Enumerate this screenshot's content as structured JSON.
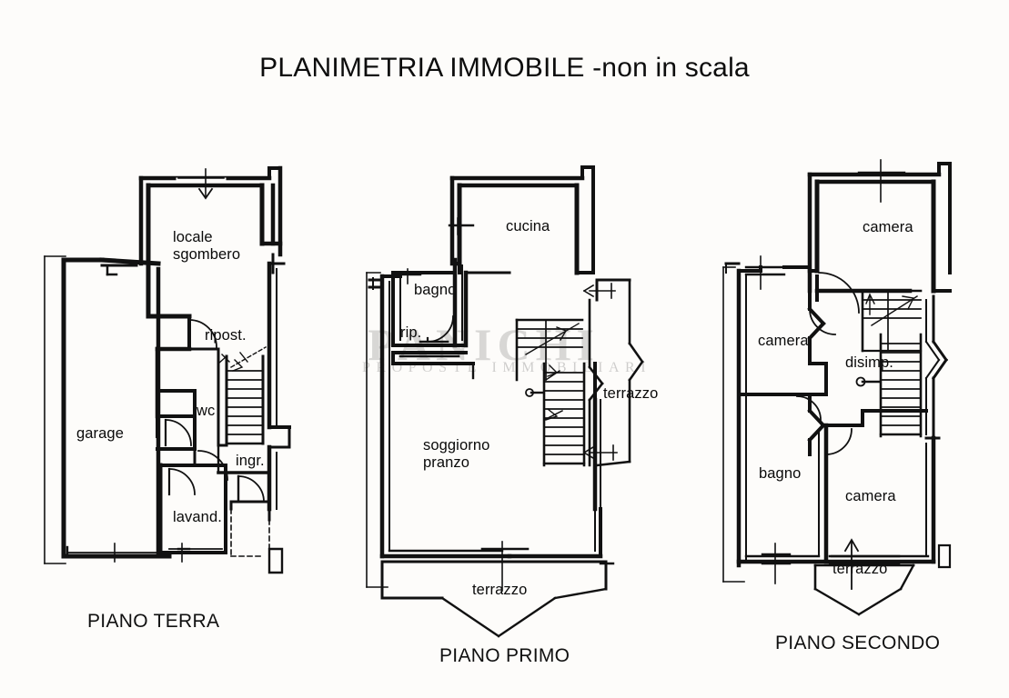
{
  "document": {
    "title": "PLANIMETRIA IMMOBILE -non in scala",
    "watermark_main": "PANICHI",
    "watermark_sub": "PROPOSTE IMMOBILIARI",
    "line_color": "#111111",
    "background_color": "#fdfcfa"
  },
  "floors": [
    {
      "id": "piano-terra",
      "caption": "PIANO TERRA",
      "rooms": [
        {
          "key": "locale_sgombero",
          "label": "locale\nsgombero",
          "line1": "locale",
          "line2": "sgombero"
        },
        {
          "key": "garage",
          "label": "garage"
        },
        {
          "key": "ripost",
          "label": "ripost."
        },
        {
          "key": "wc",
          "label": "wc"
        },
        {
          "key": "ingr",
          "label": "ingr."
        },
        {
          "key": "lavand",
          "label": "lavand."
        }
      ]
    },
    {
      "id": "piano-primo",
      "caption": "PIANO PRIMO",
      "rooms": [
        {
          "key": "cucina",
          "label": "cucina"
        },
        {
          "key": "bagno",
          "label": "bagno"
        },
        {
          "key": "rip",
          "label": "rip."
        },
        {
          "key": "soggiorno_pranzo",
          "label": "soggiorno\npranzo",
          "line1": "soggiorno",
          "line2": "pranzo"
        },
        {
          "key": "terrazzo_est",
          "label": "terrazzo"
        },
        {
          "key": "terrazzo_sud",
          "label": "terrazzo"
        }
      ]
    },
    {
      "id": "piano-secondo",
      "caption": "PIANO SECONDO",
      "rooms": [
        {
          "key": "camera_nord",
          "label": "camera"
        },
        {
          "key": "camera_ovest",
          "label": "camera"
        },
        {
          "key": "camera_sud",
          "label": "camera"
        },
        {
          "key": "disimp",
          "label": "disimp."
        },
        {
          "key": "bagno",
          "label": "bagno"
        },
        {
          "key": "terrazzo",
          "label": "terrazzo"
        }
      ]
    }
  ]
}
